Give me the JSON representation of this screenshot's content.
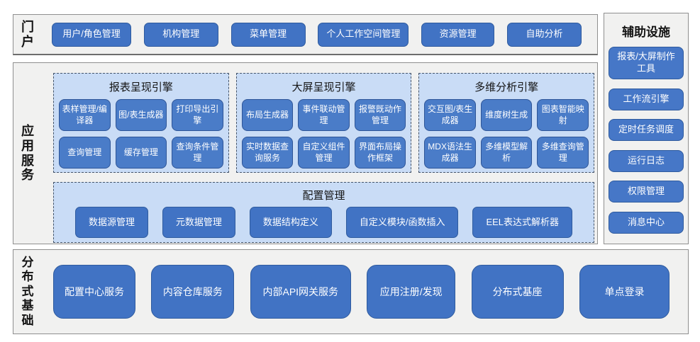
{
  "colors": {
    "button_blue": "#4173c4",
    "engine_button_blue": "#4a7cc8",
    "button_border": "#2f5b9e",
    "panel_bg": "#f1f1f0",
    "panel_border": "#8f8f8f",
    "dashed_box_bg": "#c9dcf6",
    "dashed_box_border": "#44546a",
    "button_text": "#ffffff",
    "label_text": "#141414"
  },
  "portal": {
    "label": "门户",
    "buttons": [
      "用户/角色管理",
      "机构管理",
      "菜单管理",
      "个人工作空间管理",
      "资源管理",
      "自助分析"
    ]
  },
  "app_services": {
    "label": "应用服务",
    "engines": [
      {
        "title": "报表呈现引擎",
        "buttons": [
          "表样管理/编译器",
          "图/表生成器",
          "打印导出引擎",
          "查询管理",
          "缓存管理",
          "查询条件管理"
        ]
      },
      {
        "title": "大屏呈现引擎",
        "buttons": [
          "布局生成器",
          "事件联动管理",
          "报警既动作管理",
          "实时数据查询服务",
          "自定义组件管理",
          "界面布局操作框架"
        ]
      },
      {
        "title": "多维分析引擎",
        "buttons": [
          "交互图/表生成器",
          "维度树生成",
          "图表智能映射",
          "MDX语法生成器",
          "多维模型解析",
          "多维查询管理"
        ]
      }
    ],
    "config": {
      "title": "配置管理",
      "buttons": [
        "数据源管理",
        "元数据管理",
        "数据结构定义",
        "自定义模块/函数插入",
        "EEL表达式解析器"
      ]
    }
  },
  "distributed": {
    "label": "分布式基础",
    "buttons": [
      "配置中心服务",
      "内容仓库服务",
      "内部API网关服务",
      "应用注册/发现",
      "分布式基座",
      "单点登录"
    ]
  },
  "auxiliary": {
    "label": "辅助设施",
    "buttons": [
      "报表/大屏制作工具",
      "工作流引擎",
      "定时任务调度",
      "运行日志",
      "权限管理",
      "消息中心"
    ]
  }
}
